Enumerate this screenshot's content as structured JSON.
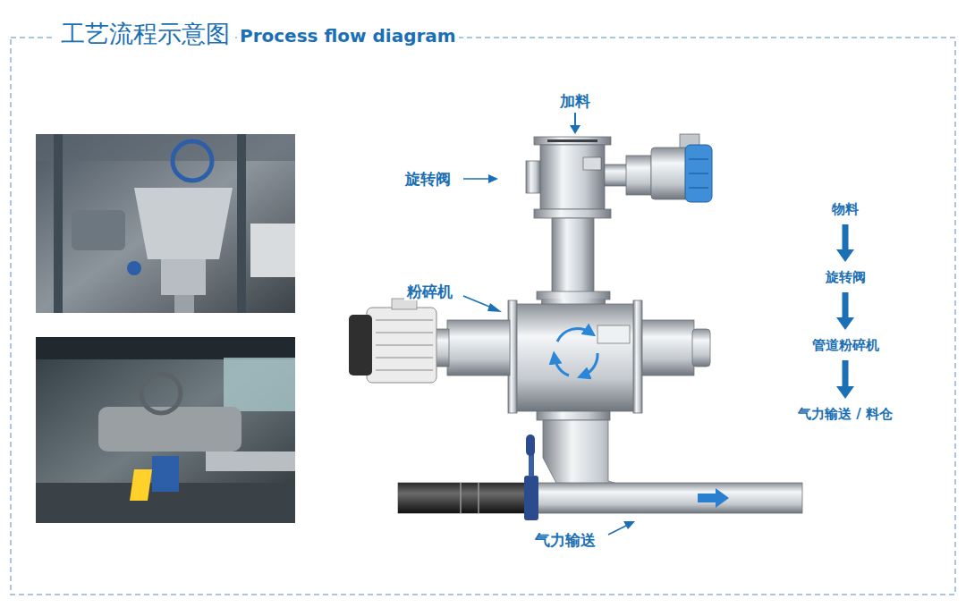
{
  "diagram": {
    "title": "工艺流程示意图",
    "nodes": [
      {
        "text": [
          "物料"
        ]
      },
      {
        "text": [
          "旋转阀"
        ]
      },
      {
        "text": [
          "管道粉碎机"
        ]
      },
      {
        "text": [
          "气力输送 / 料仓"
        ]
      }
    ],
    "edges": [
      {
        "from": 0,
        "to": 1,
        "arrow": "to"
      },
      {
        "from": 1,
        "to": 2,
        "arrow": "to"
      },
      {
        "from": 2,
        "to": 3,
        "arrow": "to"
      }
    ],
    "labels": [
      "Process flow diagram",
      "加料",
      "旋转阀",
      "粉碎机",
      "气力输送"
    ]
  }
}
